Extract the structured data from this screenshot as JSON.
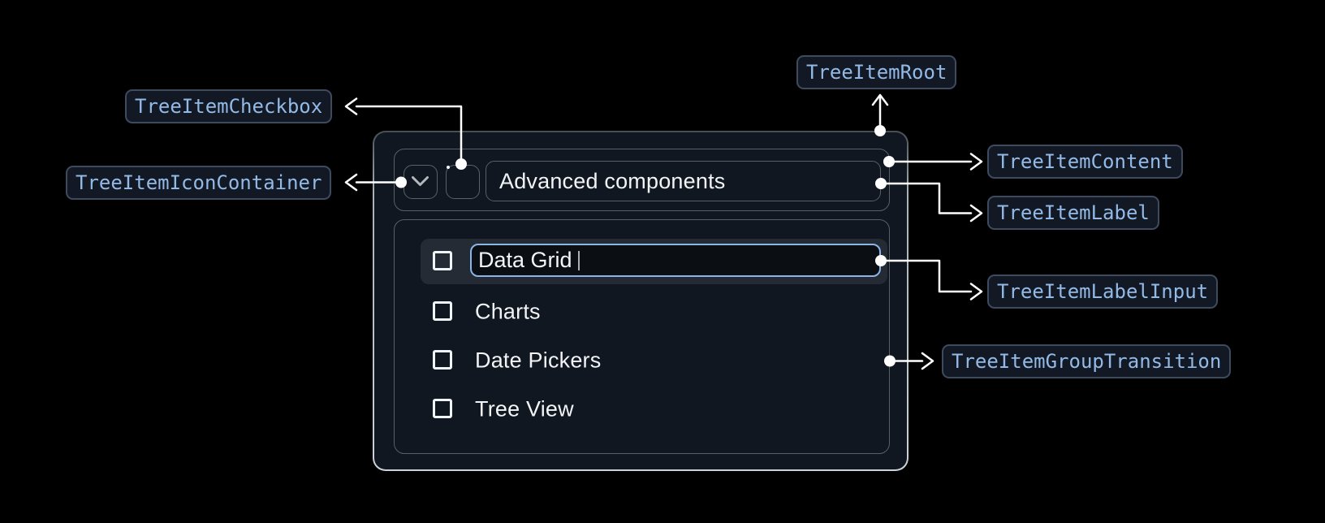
{
  "badges": {
    "checkbox": "TreeItemCheckbox",
    "icon_container": "TreeItemIconContainer",
    "root": "TreeItemRoot",
    "content": "TreeItemContent",
    "label": "TreeItemLabel",
    "label_input": "TreeItemLabelInput",
    "group_transition": "TreeItemGroupTransition"
  },
  "tree_item": {
    "label": "Advanced components",
    "expanded": true,
    "checkbox_checked": false
  },
  "edit_input": {
    "value": "Data Grid"
  },
  "children": [
    {
      "label": "Charts",
      "checked": false
    },
    {
      "label": "Date Pickers",
      "checked": false
    },
    {
      "label": "Tree View",
      "checked": false
    }
  ],
  "colors": {
    "page_bg": "#000000",
    "panel_bg": "#111720",
    "row_highlight": "#242b34",
    "input_border": "#8ab5e7",
    "badge_text": "#93bae6",
    "badge_border": "#3e4b5f",
    "badge_bg": "#121924",
    "connector": "#ffffff"
  }
}
